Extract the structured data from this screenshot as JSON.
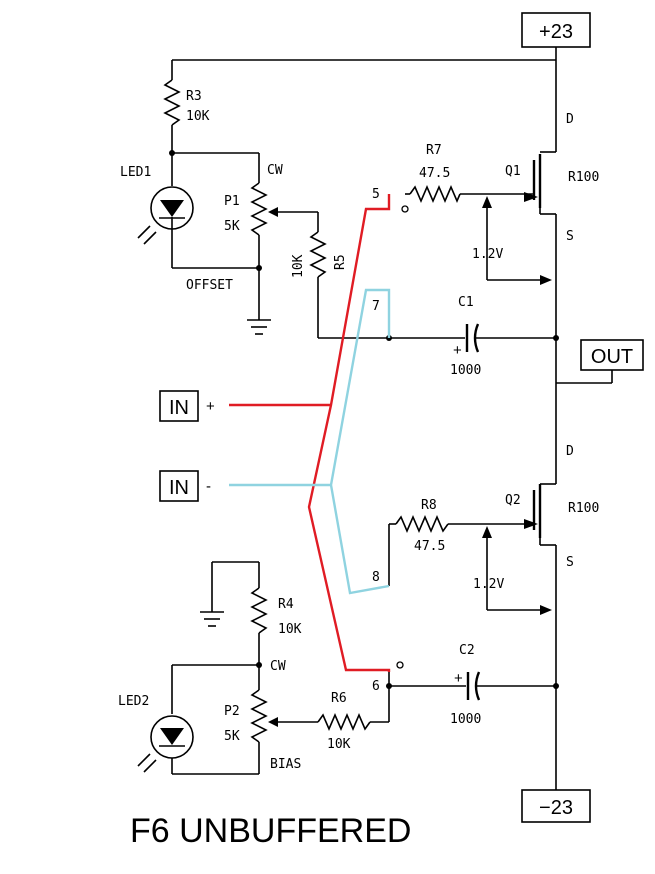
{
  "title": "F6 UNBUFFERED",
  "terminals": {
    "vpos": "+23",
    "vneg": "−23",
    "out": "OUT",
    "in_pos": "IN",
    "in_pos_sign": "+",
    "in_neg": "IN",
    "in_neg_sign": "-"
  },
  "components": {
    "r3": {
      "name": "R3",
      "value": "10K"
    },
    "r4": {
      "name": "R4",
      "value": "10K"
    },
    "r5": {
      "name": "R5",
      "value": "10K"
    },
    "r6": {
      "name": "R6",
      "value": "10K"
    },
    "r7": {
      "name": "R7",
      "value": "47.5"
    },
    "r8": {
      "name": "R8",
      "value": "47.5"
    },
    "p1": {
      "name": "P1",
      "value": "5K",
      "cw": "CW",
      "label": "OFFSET"
    },
    "p2": {
      "name": "P2",
      "value": "5K",
      "cw": "CW",
      "label": "BIAS"
    },
    "led1": {
      "name": "LED1"
    },
    "led2": {
      "name": "LED2"
    },
    "c1": {
      "name": "C1",
      "value": "1000",
      "polarity": "+"
    },
    "c2": {
      "name": "C2",
      "value": "1000",
      "polarity": "+"
    },
    "q1": {
      "name": "Q1",
      "part": "R100",
      "drain": "D",
      "source": "S",
      "vgs": "1.2V"
    },
    "q2": {
      "name": "Q2",
      "part": "R100",
      "drain": "D",
      "source": "S",
      "vgs": "1.2V"
    }
  },
  "nodes": {
    "n5": "5",
    "n6": "6",
    "n7": "7",
    "n8": "8"
  },
  "colors": {
    "wire": "#000000",
    "red_wire": "#e01c24",
    "blue_wire": "#8fd3e0"
  }
}
